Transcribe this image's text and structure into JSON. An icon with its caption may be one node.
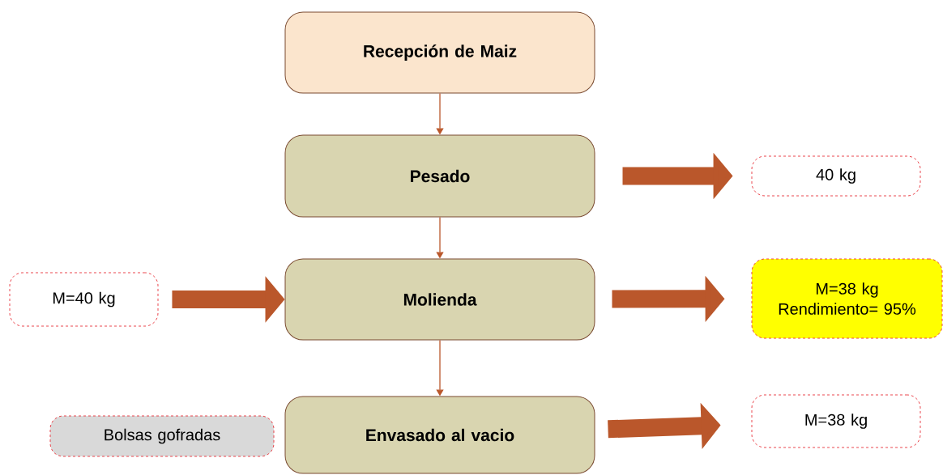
{
  "diagram": {
    "nodes": [
      {
        "text": [
          "Recepción de Maiz"
        ]
      },
      {
        "text": [
          "Pesado"
        ]
      },
      {
        "text": [
          "40 kg"
        ]
      },
      {
        "text": [
          "M=40 kg"
        ]
      },
      {
        "text": [
          "Molienda"
        ]
      },
      {
        "text": [
          "M=38 kg Rendimiento= 95%"
        ]
      },
      {
        "text": [
          "Bolsas gofradas"
        ]
      },
      {
        "text": [
          "Envasado al vacio"
        ]
      },
      {
        "text": [
          "M=38 kg"
        ]
      }
    ],
    "edges": [
      {
        "from": 0,
        "to": 1,
        "arrow": "to"
      },
      {
        "from": 1,
        "to": 4,
        "arrow": "to"
      },
      {
        "from": 4,
        "to": 7,
        "arrow": "to"
      },
      {
        "from": 1,
        "to": 2,
        "arrow": "to"
      },
      {
        "from": 3,
        "to": 4,
        "arrow": "to"
      },
      {
        "from": 4,
        "to": 5,
        "arrow": "to"
      },
      {
        "from": 7,
        "to": 8,
        "arrow": "to"
      }
    ]
  }
}
